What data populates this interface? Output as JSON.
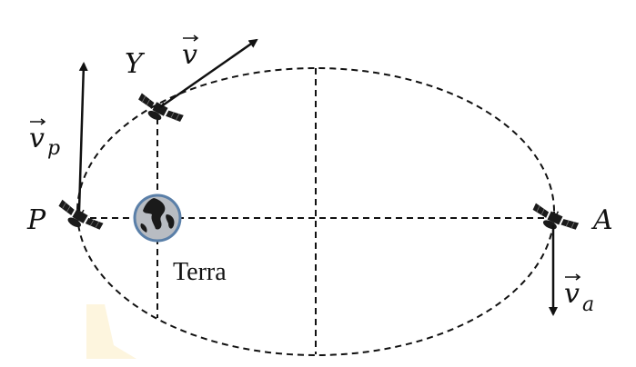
{
  "labels": {
    "perigee": "P",
    "apogee": "A",
    "point_y": "Y",
    "earth": "Terra",
    "velocity": "v",
    "velocity_perigee_sub": "p",
    "velocity_apogee_sub": "a"
  },
  "colors": {
    "line": "#111111",
    "earth_ocean": "#b8bcc2",
    "earth_rim": "#5a7fa8",
    "earth_land": "#1a1a1a",
    "watermark": "#fdf2d6"
  },
  "icons": {
    "satellite": "satellite-icon",
    "earth": "earth-globe-icon"
  }
}
